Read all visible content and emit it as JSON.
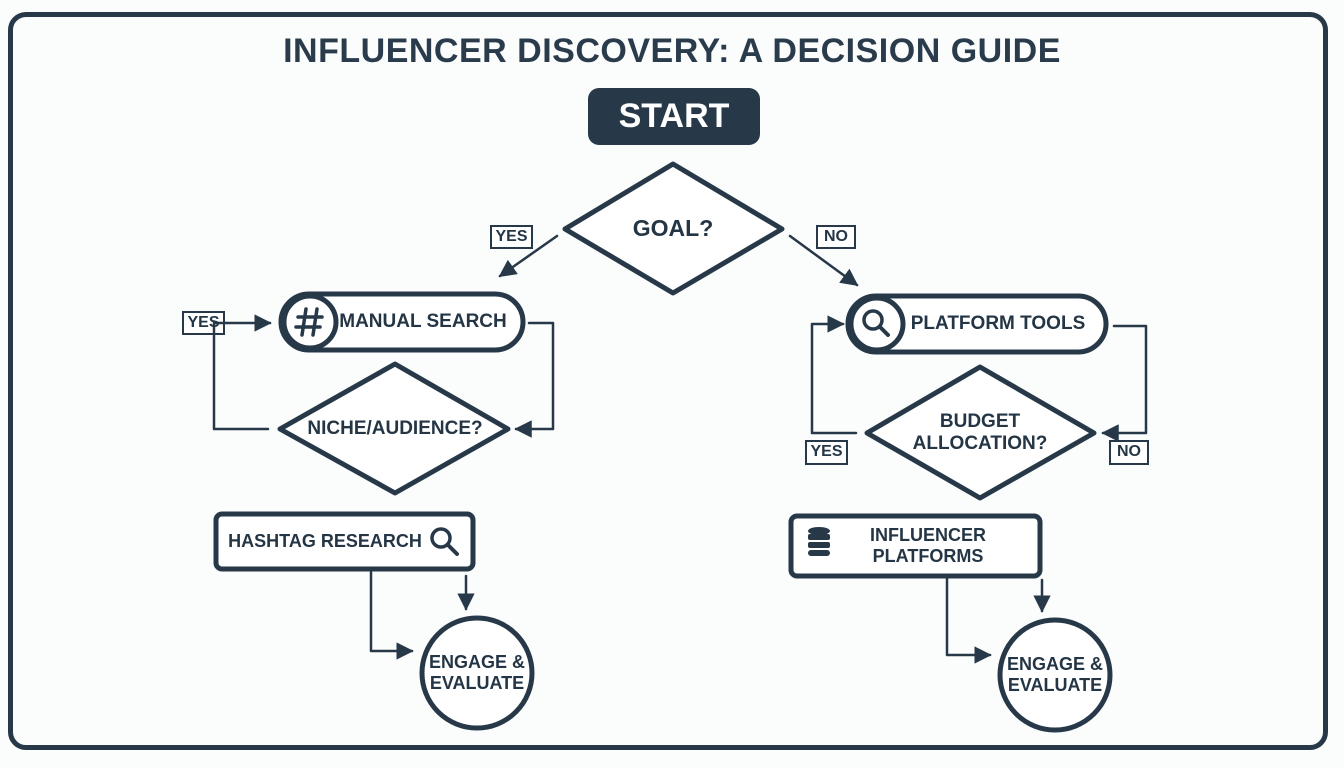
{
  "title": "INFLUENCER DISCOVERY: A DECISION GUIDE",
  "start": "START",
  "decisions": {
    "goal": "GOAL?",
    "niche": "NICHE/AUDIENCE?",
    "budget": "BUDGET ALLOCATION?"
  },
  "steps": {
    "manual_search": "MANUAL SEARCH",
    "platform_tools": "PLATFORM TOOLS",
    "hashtag_research": "HASHTAG RESEARCH",
    "influencer_platforms": "INFLUENCER PLATFORMS"
  },
  "ends": {
    "left": "ENGAGE & EVALUATE",
    "right": "ENGAGE & EVALUATE"
  },
  "branch_labels": {
    "goal_yes": "YES",
    "goal_no": "NO",
    "niche_yes": "YES",
    "budget_yes": "YES",
    "budget_no": "NO"
  },
  "icons": {
    "manual_search": "hashtag-icon",
    "platform_tools": "magnifier-icon",
    "hashtag_research": "magnifier-icon",
    "influencer_platforms": "database-icon"
  },
  "colors": {
    "ink": "#273848",
    "background": "#fbfcfc"
  }
}
